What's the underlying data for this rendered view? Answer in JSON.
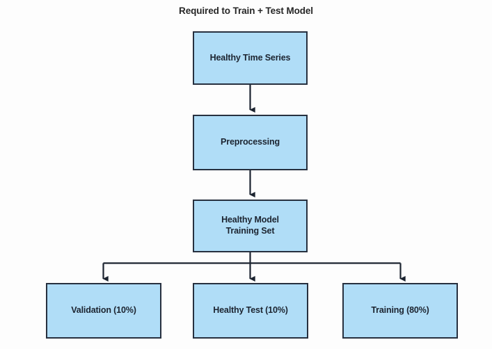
{
  "diagram": {
    "title": "Required to Train + Test Model",
    "type": "flowchart",
    "colors": {
      "node_fill": "#b0ddf7",
      "node_border": "#27303f",
      "edge": "#1c2430",
      "text": "#1c2430",
      "title_text": "#262626",
      "background": "#fdfdfd"
    },
    "nodes": [
      {
        "id": "healthy-time-series",
        "label": "Healthy Time Series"
      },
      {
        "id": "preprocessing",
        "label": "Preprocessing"
      },
      {
        "id": "training-set",
        "label": "Healthy Model\nTraining Set"
      },
      {
        "id": "validation",
        "label": "Validation (10%)"
      },
      {
        "id": "healthy-test",
        "label": "Healthy Test (10%)"
      },
      {
        "id": "training",
        "label": "Training (80%)"
      }
    ],
    "edges": [
      {
        "from": "healthy-time-series",
        "to": "preprocessing"
      },
      {
        "from": "preprocessing",
        "to": "training-set"
      },
      {
        "from": "training-set",
        "to": "validation"
      },
      {
        "from": "training-set",
        "to": "healthy-test"
      },
      {
        "from": "training-set",
        "to": "training"
      }
    ]
  }
}
